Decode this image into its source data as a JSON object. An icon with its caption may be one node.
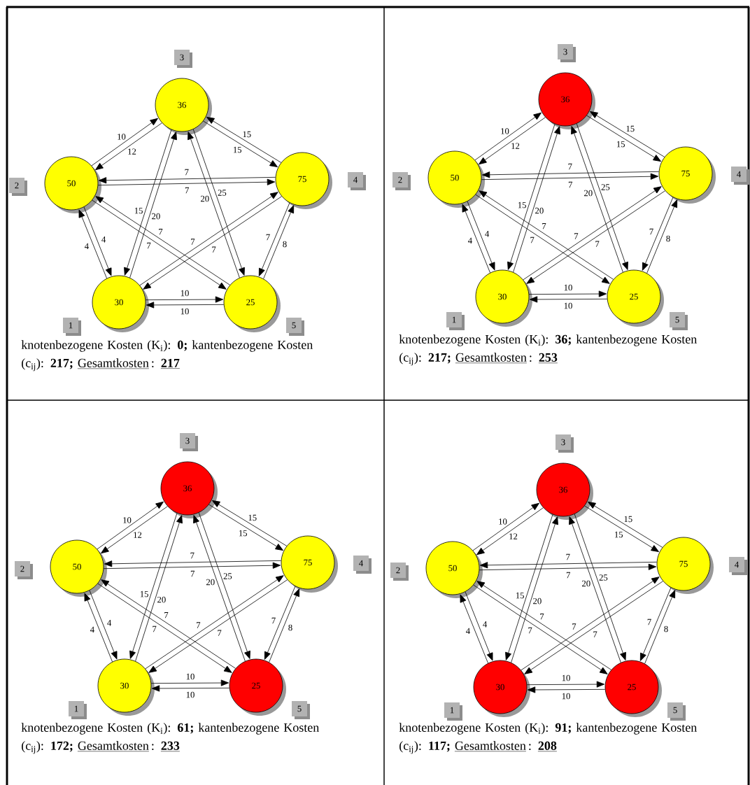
{
  "diagram": {
    "nodes": [
      {
        "text": [
          "36"
        ],
        "beside": [
          "3"
        ]
      },
      {
        "text": [
          "50"
        ],
        "beside": [
          "2"
        ]
      },
      {
        "text": [
          "75"
        ],
        "beside": [
          "4"
        ]
      },
      {
        "text": [
          "30"
        ],
        "beside": [
          "1"
        ]
      },
      {
        "text": [
          "25"
        ],
        "beside": [
          "5"
        ]
      },
      {
        "text": [
          "36"
        ],
        "beside": [
          "3"
        ]
      },
      {
        "text": [
          "50"
        ],
        "beside": [
          "2"
        ]
      },
      {
        "text": [
          "75"
        ],
        "beside": [
          "4"
        ]
      },
      {
        "text": [
          "30"
        ],
        "beside": [
          "1"
        ]
      },
      {
        "text": [
          "25"
        ],
        "beside": [
          "5"
        ]
      },
      {
        "text": [
          "36"
        ],
        "beside": [
          "3"
        ]
      },
      {
        "text": [
          "50"
        ],
        "beside": [
          "2"
        ]
      },
      {
        "text": [
          "75"
        ],
        "beside": [
          "4"
        ]
      },
      {
        "text": [
          "30"
        ],
        "beside": [
          "1"
        ]
      },
      {
        "text": [
          "25"
        ],
        "beside": [
          "5"
        ]
      },
      {
        "text": [
          "36"
        ],
        "beside": [
          "3"
        ]
      },
      {
        "text": [
          "50"
        ],
        "beside": [
          "2"
        ]
      },
      {
        "text": [
          "75"
        ],
        "beside": [
          "4"
        ]
      },
      {
        "text": [
          "30"
        ],
        "beside": [
          "1"
        ]
      },
      {
        "text": [
          "25"
        ],
        "beside": [
          "5"
        ]
      }
    ],
    "edges": [
      {
        "from": 1,
        "to": 0,
        "arrow": "to",
        "label": "10"
      },
      {
        "from": 0,
        "to": 1,
        "arrow": "to",
        "label": "12"
      },
      {
        "from": 2,
        "to": 0,
        "arrow": "to",
        "label": "15"
      },
      {
        "from": 0,
        "to": 2,
        "arrow": "to",
        "label": "15"
      },
      {
        "from": 2,
        "to": 1,
        "arrow": "to",
        "label": "7"
      },
      {
        "from": 1,
        "to": 2,
        "arrow": "to",
        "label": "7"
      },
      {
        "from": 3,
        "to": 1,
        "arrow": "to",
        "label": "4"
      },
      {
        "from": 1,
        "to": 3,
        "arrow": "to",
        "label": "4"
      },
      {
        "from": 3,
        "to": 4,
        "arrow": "to",
        "label": "10"
      },
      {
        "from": 4,
        "to": 3,
        "arrow": "to",
        "label": "10"
      },
      {
        "from": 2,
        "to": 4,
        "arrow": "to",
        "label": "7"
      },
      {
        "from": 4,
        "to": 2,
        "arrow": "to",
        "label": "8"
      },
      {
        "from": 0,
        "to": 3,
        "arrow": "to",
        "label": "15"
      },
      {
        "from": 3,
        "to": 0,
        "arrow": "to",
        "label": "20"
      },
      {
        "from": 4,
        "to": 0,
        "arrow": "to",
        "label": "20"
      },
      {
        "from": 0,
        "to": 4,
        "arrow": "to",
        "label": "25"
      },
      {
        "from": 4,
        "to": 1,
        "arrow": "to",
        "label": "7"
      },
      {
        "from": 1,
        "to": 4,
        "arrow": "to",
        "label": "7"
      },
      {
        "from": 3,
        "to": 2,
        "arrow": "to",
        "label": "7"
      },
      {
        "from": 2,
        "to": 3,
        "arrow": "to",
        "label": "7"
      },
      {
        "from": 6,
        "to": 5,
        "arrow": "to",
        "label": "10"
      },
      {
        "from": 5,
        "to": 6,
        "arrow": "to",
        "label": "12"
      },
      {
        "from": 7,
        "to": 5,
        "arrow": "to",
        "label": "15"
      },
      {
        "from": 5,
        "to": 7,
        "arrow": "to",
        "label": "15"
      },
      {
        "from": 7,
        "to": 6,
        "arrow": "to",
        "label": "7"
      },
      {
        "from": 6,
        "to": 7,
        "arrow": "to",
        "label": "7"
      },
      {
        "from": 8,
        "to": 6,
        "arrow": "to",
        "label": "4"
      },
      {
        "from": 6,
        "to": 8,
        "arrow": "to",
        "label": "4"
      },
      {
        "from": 8,
        "to": 9,
        "arrow": "to",
        "label": "10"
      },
      {
        "from": 9,
        "to": 8,
        "arrow": "to",
        "label": "10"
      },
      {
        "from": 7,
        "to": 9,
        "arrow": "to",
        "label": "7"
      },
      {
        "from": 9,
        "to": 7,
        "arrow": "to",
        "label": "8"
      },
      {
        "from": 5,
        "to": 8,
        "arrow": "to",
        "label": "15"
      },
      {
        "from": 8,
        "to": 5,
        "arrow": "to",
        "label": "20"
      },
      {
        "from": 9,
        "to": 5,
        "arrow": "to",
        "label": "20"
      },
      {
        "from": 5,
        "to": 9,
        "arrow": "to",
        "label": "25"
      },
      {
        "from": 9,
        "to": 6,
        "arrow": "to",
        "label": "7"
      },
      {
        "from": 6,
        "to": 9,
        "arrow": "to",
        "label": "7"
      },
      {
        "from": 8,
        "to": 7,
        "arrow": "to",
        "label": "7"
      },
      {
        "from": 7,
        "to": 8,
        "arrow": "to",
        "label": "7"
      },
      {
        "from": 11,
        "to": 10,
        "arrow": "to",
        "label": "10"
      },
      {
        "from": 10,
        "to": 11,
        "arrow": "to",
        "label": "12"
      },
      {
        "from": 12,
        "to": 10,
        "arrow": "to",
        "label": "15"
      },
      {
        "from": 10,
        "to": 12,
        "arrow": "to",
        "label": "15"
      },
      {
        "from": 12,
        "to": 11,
        "arrow": "to",
        "label": "7"
      },
      {
        "from": 11,
        "to": 12,
        "arrow": "to",
        "label": "7"
      },
      {
        "from": 13,
        "to": 11,
        "arrow": "to",
        "label": "4"
      },
      {
        "from": 11,
        "to": 13,
        "arrow": "to",
        "label": "4"
      },
      {
        "from": 13,
        "to": 14,
        "arrow": "to",
        "label": "10"
      },
      {
        "from": 14,
        "to": 13,
        "arrow": "to",
        "label": "10"
      },
      {
        "from": 12,
        "to": 14,
        "arrow": "to",
        "label": "7"
      },
      {
        "from": 14,
        "to": 12,
        "arrow": "to",
        "label": "8"
      },
      {
        "from": 10,
        "to": 13,
        "arrow": "to",
        "label": "15"
      },
      {
        "from": 13,
        "to": 10,
        "arrow": "to",
        "label": "20"
      },
      {
        "from": 14,
        "to": 10,
        "arrow": "to",
        "label": "20"
      },
      {
        "from": 10,
        "to": 14,
        "arrow": "to",
        "label": "25"
      },
      {
        "from": 14,
        "to": 11,
        "arrow": "to",
        "label": "7"
      },
      {
        "from": 11,
        "to": 14,
        "arrow": "to",
        "label": "7"
      },
      {
        "from": 13,
        "to": 12,
        "arrow": "to",
        "label": "7"
      },
      {
        "from": 12,
        "to": 13,
        "arrow": "to",
        "label": "7"
      },
      {
        "from": 16,
        "to": 15,
        "arrow": "to",
        "label": "10"
      },
      {
        "from": 15,
        "to": 16,
        "arrow": "to",
        "label": "12"
      },
      {
        "from": 17,
        "to": 15,
        "arrow": "to",
        "label": "15"
      },
      {
        "from": 15,
        "to": 17,
        "arrow": "to",
        "label": "15"
      },
      {
        "from": 17,
        "to": 16,
        "arrow": "to",
        "label": "7"
      },
      {
        "from": 16,
        "to": 17,
        "arrow": "to",
        "label": "7"
      },
      {
        "from": 18,
        "to": 16,
        "arrow": "to",
        "label": "4"
      },
      {
        "from": 16,
        "to": 18,
        "arrow": "to",
        "label": "4"
      },
      {
        "from": 18,
        "to": 19,
        "arrow": "to",
        "label": "10"
      },
      {
        "from": 19,
        "to": 18,
        "arrow": "to",
        "label": "10"
      },
      {
        "from": 17,
        "to": 19,
        "arrow": "to",
        "label": "7"
      },
      {
        "from": 19,
        "to": 17,
        "arrow": "to",
        "label": "8"
      },
      {
        "from": 15,
        "to": 18,
        "arrow": "to",
        "label": "15"
      },
      {
        "from": 18,
        "to": 15,
        "arrow": "to",
        "label": "20"
      },
      {
        "from": 19,
        "to": 15,
        "arrow": "to",
        "label": "20"
      },
      {
        "from": 15,
        "to": 19,
        "arrow": "to",
        "label": "25"
      },
      {
        "from": 19,
        "to": 16,
        "arrow": "to",
        "label": "7"
      },
      {
        "from": 16,
        "to": 19,
        "arrow": "to",
        "label": "7"
      },
      {
        "from": 18,
        "to": 17,
        "arrow": "to",
        "label": "7"
      },
      {
        "from": 17,
        "to": 18,
        "arrow": "to",
        "label": "7"
      }
    ],
    "labels": [
      "knotenbezogene Kosten (K$_{i}$): **0;** kantenbezogene Kosten (c$_{ij}$): **217;**",
      "Gesamtkosten",
      ":",
      "217",
      "knotenbezogene Kosten (K$_{i}$): **36;** kantenbezogene Kosten (c$_{ij}$): **217;**",
      "Gesamtkosten",
      ":",
      "253",
      "knotenbezogene Kosten (K$_{i}$): **61;** kantenbezogene Kosten (c$_{ij}$): **172;**",
      "Gesamtkosten",
      ":",
      "233",
      "knotenbezogene Kosten (K$_{i}$): **91;** kantenbezogene Kosten (c$_{ij}$): **117;**",
      "Gesamtkosten",
      ":",
      "208"
    ]
  }
}
